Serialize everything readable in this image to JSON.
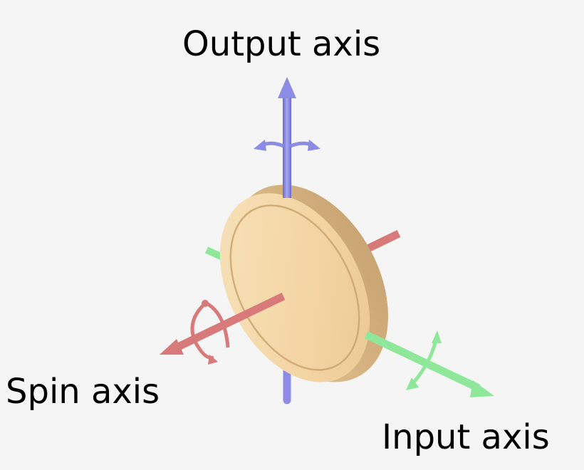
{
  "labels": {
    "output_axis": "Output axis",
    "spin_axis": "Spin axis",
    "input_axis": "Input axis"
  },
  "colors": {
    "background": "#f5f5f5",
    "output_axis": "#8c8ce6",
    "spin_axis": "#d87a7a",
    "input_axis": "#8fe89a",
    "rotor_face": "#f5d8a8",
    "rotor_rim": "#d8b888"
  }
}
